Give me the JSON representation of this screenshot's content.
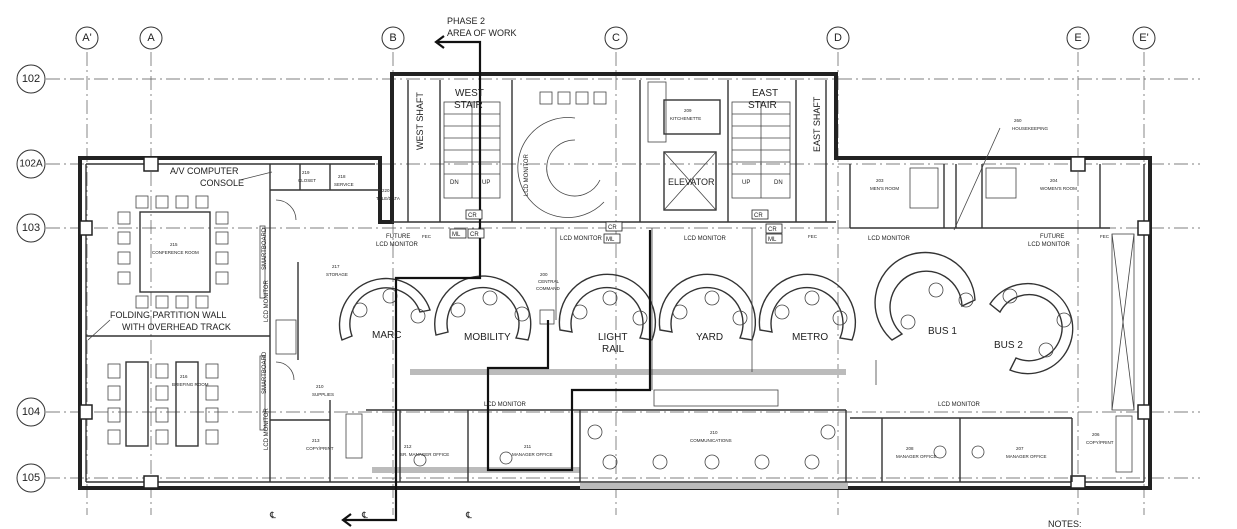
{
  "grid": {
    "columns": [
      "A'",
      "A",
      "B",
      "C",
      "D",
      "E",
      "E'"
    ],
    "rows": [
      "102",
      "102A",
      "103",
      "104",
      "105"
    ]
  },
  "annotations": {
    "phase_line1": "PHASE 2",
    "phase_line2": "AREA OF WORK",
    "av_line1": "A/V COMPUTER",
    "av_line2": "CONSOLE",
    "partition_line1": "FOLDING PARTITION WALL",
    "partition_line2": "WITH OVERHEAD TRACK",
    "notes": "NOTES:",
    "centerline": "℄"
  },
  "rooms": {
    "west_shaft": "WEST SHAFT",
    "west_stair_1": "WEST",
    "west_stair_2": "STAIR",
    "east_stair_1": "EAST",
    "east_stair_2": "STAIR",
    "east_shaft": "EAST SHAFT",
    "lcd_monitor_vertical": "LCD MONITOR",
    "elevator": "ELEVATOR",
    "kitchenette_num": "209",
    "kitchenette": "KITCHENETTE",
    "housekeeping_num": "260",
    "housekeeping": "HOUSEKEEPING",
    "mens_num": "203",
    "mens": "MEN'S ROOM",
    "womens_num": "204",
    "womens": "WOMEN'S ROOM",
    "closet_num": "219",
    "closet": "CLOSET",
    "serve_num": "218",
    "serve": "SERVICE",
    "teledata_num": "220",
    "teledata": "TELE/DATA",
    "conference_num": "215",
    "conference": "CONFERENCE ROOM",
    "smartboard": "SMARTBOARD",
    "storage_num": "217",
    "storage": "STORAGE",
    "lcd_monitor_left": "LCD MONITOR",
    "central_command_num": "200",
    "central_command_1": "CENTRAL",
    "central_command_2": "COMMAND",
    "briefing_num": "216",
    "briefing": "BRIEFING ROOM",
    "supplies_num": "210",
    "supplies": "SUPPLIES",
    "copy_num": "213",
    "copy": "COPY/PRINT",
    "lcd_monitor_ll": "LCD MONITOR",
    "senior_num": "212",
    "senior": "SR. MANAGER OFFICE",
    "manager_num": "211",
    "manager": "MANAGER OFFICE",
    "communications_num": "210",
    "communications": "COMMUNICATIONS",
    "mgr2_num": "208",
    "mgr2": "MANAGER OFFICE",
    "mgr3_num": "207",
    "mgr3": "MANAGER OFFICE",
    "copy2_num": "206",
    "copy2": "COPY/PRINT"
  },
  "consoles": {
    "mark": "MARC",
    "mobility": "MOBILITY",
    "light_rail_1": "LIGHT",
    "light_rail_2": "RAIL",
    "yard": "YARD",
    "metro": "METRO",
    "bus1": "BUS 1",
    "bus2": "BUS 2"
  },
  "labels": {
    "future_lcd_1": "FUTURE",
    "future_lcd_2": "LCD MONITOR",
    "lcd_monitor_1": "LCD MONITOR",
    "lcd_monitor_2": "LCD MONITOR",
    "lcd_monitor_3": "LCD MONITOR",
    "lcd_monitor_4": "LCD MONITOR",
    "future2_1": "FUTURE",
    "future2_2": "LCD MONITOR",
    "lcd_monitor_5": "LCD MONITOR",
    "lcd_monitor_6": "LCD MONITOR",
    "fec1": "FEC",
    "fec2": "FEC",
    "fec3": "FEC",
    "cr": "CR",
    "ml": "ML",
    "dn": "DN",
    "up": "UP"
  }
}
